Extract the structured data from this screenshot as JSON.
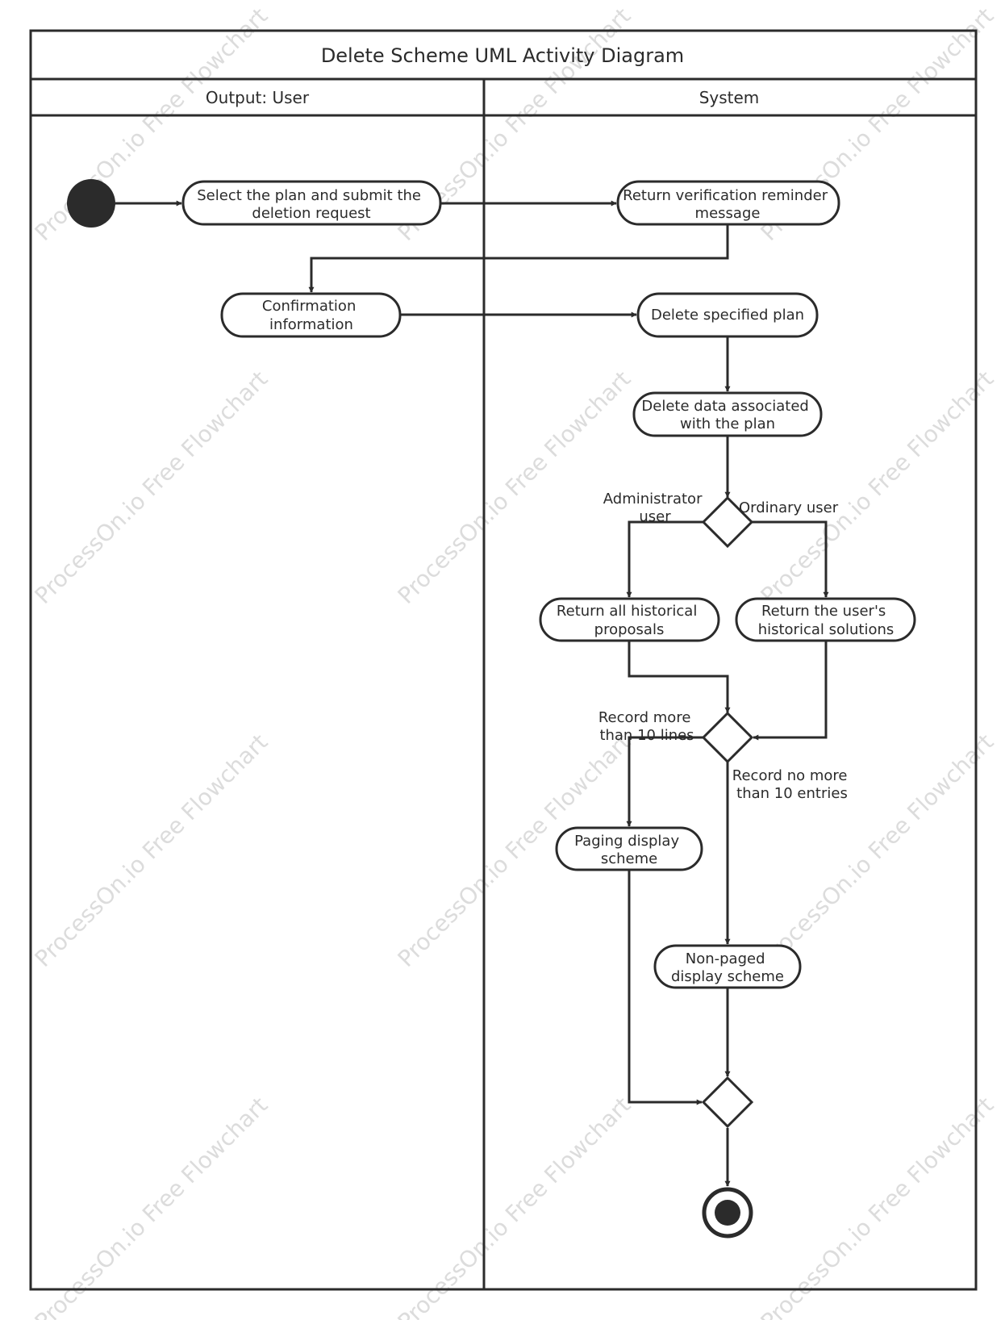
{
  "title": "Delete Scheme UML Activity Diagram",
  "lanes": {
    "user": "Output: User",
    "system": "System"
  },
  "nodes": {
    "select_plan": [
      "Select the plan and submit the",
      "deletion request"
    ],
    "return_verification": [
      "Return verification reminder",
      "message"
    ],
    "confirmation": [
      "Confirmation",
      "information"
    ],
    "delete_plan": [
      "Delete specified plan"
    ],
    "delete_data": [
      "Delete data associated",
      "with the plan"
    ],
    "return_all": [
      "Return all historical",
      "proposals"
    ],
    "return_user": [
      "Return the user's",
      "historical solutions"
    ],
    "paging": [
      "Paging display",
      "scheme"
    ],
    "non_paged": [
      "Non-paged",
      "display scheme"
    ]
  },
  "edge_labels": {
    "admin": [
      "Administrator",
      "user"
    ],
    "ordinary": [
      "Ordinary user"
    ],
    "more": [
      "Record more",
      "than 10 lines"
    ],
    "no_more": [
      "Record no more",
      "than 10 entries"
    ]
  },
  "watermark": "ProcessOn.io Free Flowchart",
  "colors": {
    "stroke": "#2b2b2b",
    "watermark": "#dcdcdc"
  }
}
